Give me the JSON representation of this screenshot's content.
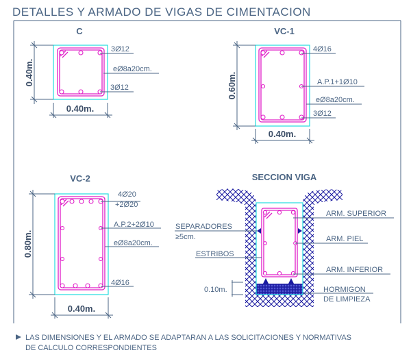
{
  "title": "DETALLES Y ARMADO DE VIGAS DE CIMENTACION",
  "sections": {
    "c": {
      "name": "C",
      "height": "0.40m.",
      "width": "0.40m.",
      "top": "3Ø12",
      "stirrup": "eØ8a20cm.",
      "bottom": "3Ø12"
    },
    "vc1": {
      "name": "VC-1",
      "height": "0.60m.",
      "width": "0.40m.",
      "top": "4Ø16",
      "skin": "A.P.1+1Ø10",
      "stirrup": "eØ8a20cm.",
      "bottom": "3Ø12"
    },
    "vc2": {
      "name": "VC-2",
      "height": "0.80m.",
      "width": "0.40m.",
      "top": "4Ø20",
      "top2": "+2Ø20",
      "skin": "A.P.2+2Ø10",
      "stirrup": "eØ8a20cm.",
      "bottom": "4Ø16"
    },
    "viga": {
      "name": "SECCION  VIGA",
      "spacers": "SEPARADORES",
      "spacers2": "≥5cm.",
      "stirrups": "ESTRIBOS",
      "lean": "0.10m.",
      "top": "ARM. SUPERIOR",
      "skin": "ARM. PIEL",
      "bottom": "ARM. INFERIOR",
      "concrete": "HORMIGON",
      "concrete2": "DE LIMPIEZA"
    }
  },
  "footnote": {
    "line1": "LAS DIMENSIONES Y EL ARMADO SE ADAPTARAN A LAS SOLICITACIONES Y NORMATIVAS",
    "line2": "DE CALCULO CORRESPONDIENTES"
  },
  "colors": {
    "text": "#4b6584",
    "rebar": "#e01ec8",
    "concrete": "#22dde0",
    "soil": "#1a1aa0"
  }
}
